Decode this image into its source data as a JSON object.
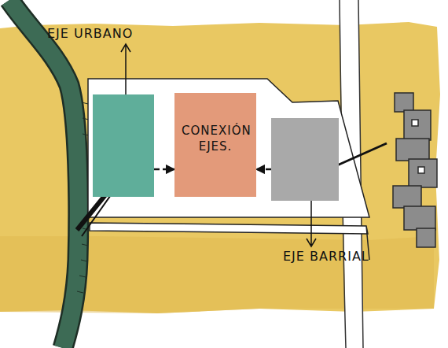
{
  "diagram": {
    "nodes": [
      {
        "text": [
          "EJE URBANO"
        ]
      },
      {
        "text": [
          "CONEXIÓN EJES."
        ]
      },
      {
        "text": [
          "EJE BARRIAL"
        ]
      }
    ],
    "edges": [
      {
        "from": 0,
        "to": 1,
        "arrow": "to"
      },
      {
        "from": 2,
        "to": 1,
        "arrow": "to"
      }
    ]
  }
}
